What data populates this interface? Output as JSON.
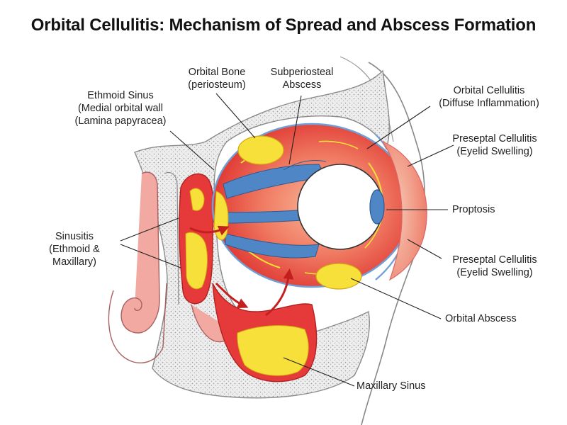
{
  "title": "Orbital Cellulitis: Mechanism of Spread and Abscess Formation",
  "labels": {
    "orbital_bone": [
      "Orbital Bone",
      "(periosteum)"
    ],
    "subperiosteal_abscess": [
      "Subperiosteal",
      "Abscess"
    ],
    "ethmoid_sinus": [
      "Ethmoid Sinus",
      "(Medial orbital wall",
      "(Lamina papyracea)"
    ],
    "orbital_cellulitis": [
      "Orbital Cellulitis",
      "(Diffuse Inflammation)"
    ],
    "preseptal_upper": [
      "Preseptal Cellulitis",
      "(Eyelid Swelling)"
    ],
    "proptosis": [
      "Proptosis"
    ],
    "sinusitis": [
      "Sinusitis",
      "(Ethmoid &",
      "Maxillary)"
    ],
    "preseptal_lower": [
      "Preseptal Cellulitis",
      "(Eyelid Swelling)"
    ],
    "orbital_abscess": [
      "Orbital Abscess"
    ],
    "maxillary_sinus": [
      "Maxillary Sinus"
    ]
  },
  "colors": {
    "pus": "#f7e03a",
    "inflamed_red": "#e63a3a",
    "inflamed_light": "#f4a48c",
    "muscle_blue": "#4f86c6",
    "bone_gray": "#d6d6d6",
    "septum_blue": "#7aa4d4",
    "arrow_red": "#cc2222"
  }
}
